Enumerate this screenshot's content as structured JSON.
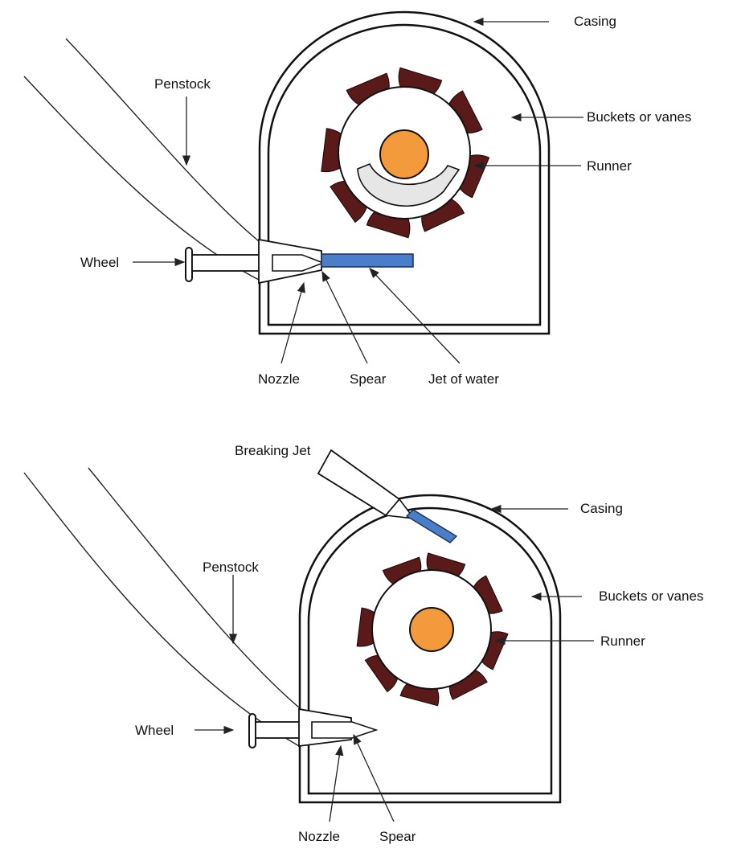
{
  "colors": {
    "bucket": "#5a1a1a",
    "hub": "#f39a3c",
    "jet": "#4a7ec8",
    "deflector": "#e6e6e6",
    "outline": "#111111"
  },
  "top_diagram": {
    "labels": {
      "casing": "Casing",
      "penstock": "Penstock",
      "buckets": "Buckets or vanes",
      "runner": "Runner",
      "wheel": "Wheel",
      "nozzle": "Nozzle",
      "spear": "Spear",
      "jet": "Jet of water"
    }
  },
  "bottom_diagram": {
    "labels": {
      "breaking_jet": "Breaking Jet",
      "casing": "Casing",
      "penstock": "Penstock",
      "buckets": "Buckets or vanes",
      "runner": "Runner",
      "wheel": "Wheel",
      "nozzle": "Nozzle",
      "spear": "Spear"
    }
  }
}
